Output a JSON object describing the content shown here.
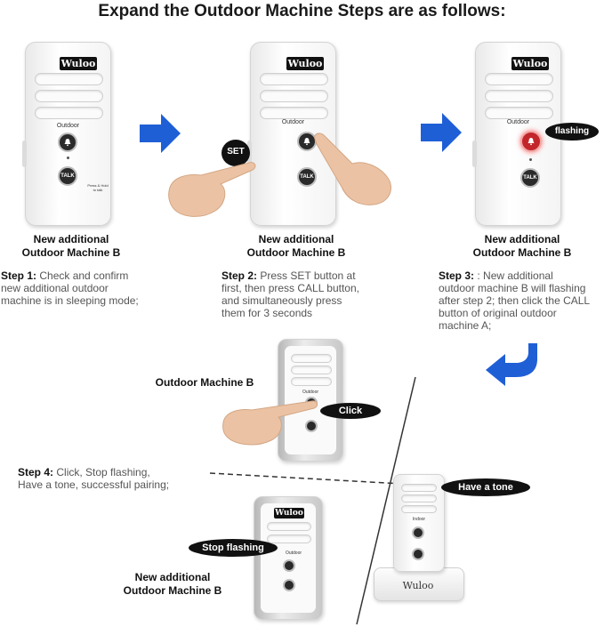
{
  "title": "Expand the Outdoor Machine Steps are as follows:",
  "device": {
    "brand": "Wuloo",
    "label_outdoor": "Outdoor",
    "label_indoor": "Indoor",
    "talk_label": "TALK",
    "press_hold_line1": "Press & Hold",
    "press_hold_line2": "to talk"
  },
  "callouts": {
    "set": "SET",
    "flashing": "flashing",
    "click": "Click",
    "have_a_tone": "Have a tone",
    "stop_flashing": "Stop flashing"
  },
  "captions": {
    "new_b_line1": "New additional",
    "new_b_line2": "Outdoor Machine B",
    "outdoor_b": "Outdoor Machine B"
  },
  "steps": [
    {
      "num": "Step 1:",
      "text_lines": [
        "Check and confirm",
        "new additional outdoor",
        "machine is in sleeping mode;"
      ]
    },
    {
      "num": "Step 2:",
      "text_lines": [
        "Press SET button at",
        "first, then press CALL button,",
        "and simultaneously press",
        "them for 3 seconds"
      ]
    },
    {
      "num": "Step 3:",
      "text_lines": [
        ": New additional",
        "outdoor machine B will flashing",
        "after step 2; then click the CALL",
        "button of original outdoor",
        "machine A;"
      ]
    },
    {
      "num": "Step 4:",
      "text_lines": [
        "Click, Stop flashing,",
        "Have a tone, successful pairing;"
      ]
    }
  ],
  "colors": {
    "arrow_blue": "#1f5fd6",
    "flash_red": "#c2262b",
    "callout_black": "#111111"
  },
  "icons": [
    "right-arrow-icon",
    "curved-return-arrow-icon",
    "bell-icon"
  ]
}
